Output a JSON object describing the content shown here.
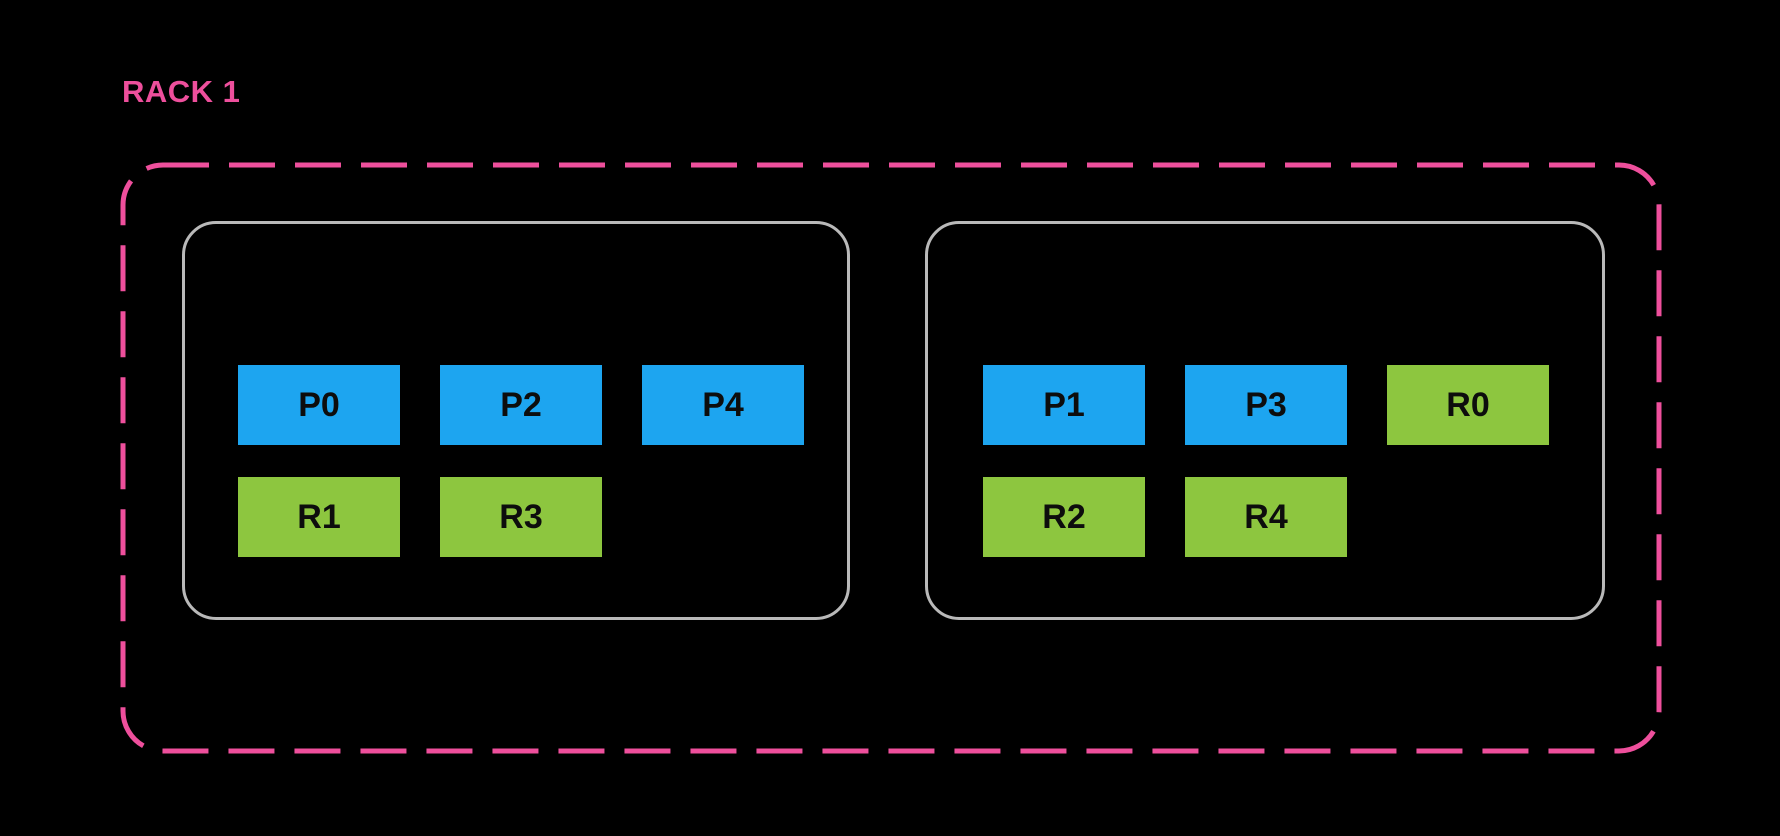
{
  "colors": {
    "background": "#000000",
    "accent": "#ee4f9c",
    "primary": "#1da5f0",
    "replica": "#8dc63f",
    "node-border": "#b9b9b9",
    "chip-text": "#0d0d0d"
  },
  "rack": {
    "label": "RACK 1",
    "nodes": [
      {
        "rows": [
          {
            "chips": [
              {
                "label": "P0",
                "type": "primary"
              },
              {
                "label": "P2",
                "type": "primary"
              },
              {
                "label": "P4",
                "type": "primary"
              }
            ]
          },
          {
            "chips": [
              {
                "label": "R1",
                "type": "replica"
              },
              {
                "label": "R3",
                "type": "replica"
              }
            ]
          }
        ]
      },
      {
        "rows": [
          {
            "chips": [
              {
                "label": "P1",
                "type": "primary"
              },
              {
                "label": "P3",
                "type": "primary"
              },
              {
                "label": "R0",
                "type": "replica"
              }
            ]
          },
          {
            "chips": [
              {
                "label": "R2",
                "type": "replica"
              },
              {
                "label": "R4",
                "type": "replica"
              }
            ]
          }
        ]
      }
    ]
  }
}
